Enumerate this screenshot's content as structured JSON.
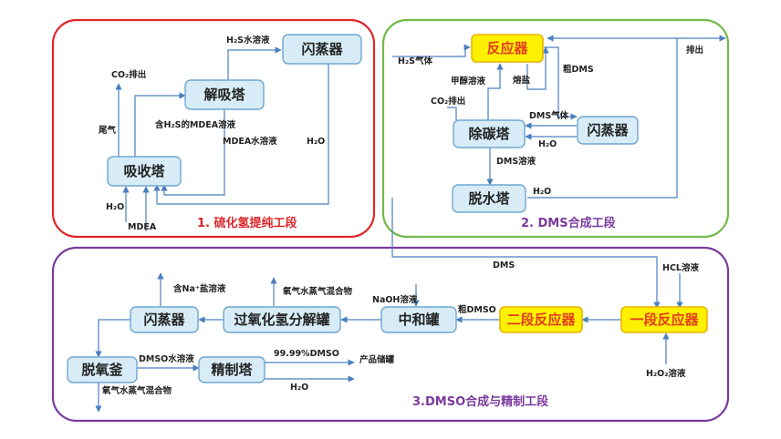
{
  "colors": {
    "stage1": "#e0262b",
    "stage2": "#72b84a",
    "stage3": "#7a3b9c",
    "node_fill": "#d7ecf6",
    "node_stroke": "#6fa6d2",
    "highlight_fill": "#fff000",
    "highlight_stroke": "#e8b400",
    "arrow": "#4b7fbf",
    "title1": "#d9262a",
    "title2": "#7a3b9c",
    "title3": "#7a3b9c"
  },
  "stages": {
    "s1": {
      "title": "1. 硫化氢提纯工段"
    },
    "s2": {
      "title": "2. DMS合成工段"
    },
    "s3": {
      "title": "3.DMSO合成与精制工段"
    }
  },
  "nodes": {
    "xishouta": "吸收塔",
    "jiexita": "解吸塔",
    "shanzhengqi1": "闪蒸器",
    "fanyingqi": "反应器",
    "chutanta": "除碳塔",
    "shanzhengqi2": "闪蒸器",
    "tuoshuita": "脱水塔",
    "yiduan": "一段反应器",
    "erduan": "二段反应器",
    "zhongheguan": "中和罐",
    "guoyanghua": "过氧化氢分解罐",
    "shanzhengqi3": "闪蒸器",
    "tuoyangfu": "脱氧釜",
    "jingzhita": "精制塔"
  },
  "labels": {
    "h2s_aq": "H₂S水溶液",
    "co2_out1": "CO₂排出",
    "tail_gas": "尾气",
    "h2s_mdea": "含H₂S的MDEA溶液",
    "mdea_aq": "MDEA水溶液",
    "h2o_1": "H₂O",
    "h2o_in": "H₂O",
    "mdea": "MDEA",
    "h2s_gas": "H₂S气体",
    "methanol": "甲醇溶液",
    "molten_salt": "熔盐",
    "crude_dms": "粗DMS",
    "co2_out2": "CO₂排出",
    "dms_gas": "DMS气体",
    "h2o_2": "H₂O",
    "dms_aq": "DMS溶液",
    "h2o_3": "H₂O",
    "discharge": "排出",
    "dms": "DMS",
    "hcl": "HCL溶液",
    "h2o2": "H₂O₂溶液",
    "naoh": "NaOH溶液",
    "crude_dmso": "粗DMSO",
    "o2_mix1": "氧气水蒸气混合物",
    "na_salt": "含Na⁺盐溶液",
    "dmso_aq": "DMSO水溶液",
    "pure_dmso": "99.99%DMSO",
    "product_tank": "产品储罐",
    "h2o_4": "H₂O",
    "o2_mix2": "氧气水蒸气混合物"
  }
}
